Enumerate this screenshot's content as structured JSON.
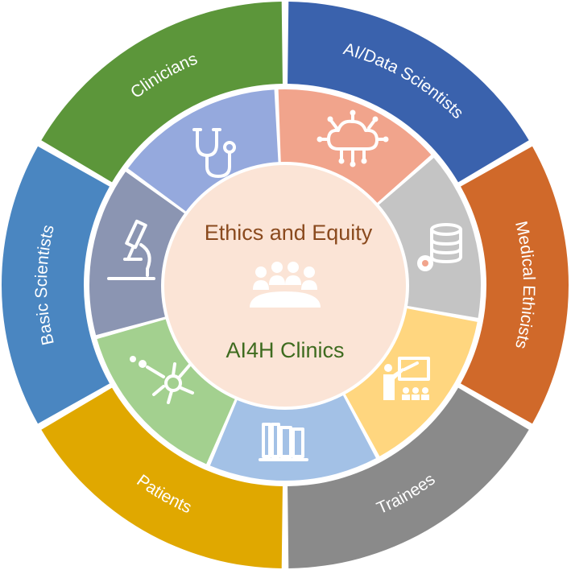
{
  "center": {
    "title": "Ethics and Equity",
    "subtitle": "AI4H Clinics",
    "icon": "team-meeting-icon",
    "title_color": "#8a4a1e",
    "subtitle_color": "#3e6b1f",
    "fill": "#fbe4d6"
  },
  "outer_ring": [
    {
      "label": "AI/Data Scientists",
      "color": "#3a62ad"
    },
    {
      "label": "Medical Ethicists",
      "color": "#d0692a"
    },
    {
      "label": "Trainees",
      "color": "#8a8a8a"
    },
    {
      "label": "Patients",
      "color": "#e0a800"
    },
    {
      "label": "Basic Scientists",
      "color": "#4a86c1"
    },
    {
      "label": "Clinicians",
      "color": "#5c963a"
    }
  ],
  "inner_ring": [
    {
      "icon": "cloud-network-icon",
      "color": "#95a9dd"
    },
    {
      "icon": "database-gear-icon",
      "color": "#f1a48c"
    },
    {
      "icon": "teacher-presentation-icon",
      "color": "#c4c4c4"
    },
    {
      "icon": "books-icon",
      "color": "#ffd67f"
    },
    {
      "icon": "neuron-icon",
      "color": "#a3c1e6"
    },
    {
      "icon": "microscope-icon",
      "color": "#a3d08f"
    },
    {
      "icon": "stethoscope-icon",
      "color": "#8b95b2"
    }
  ]
}
